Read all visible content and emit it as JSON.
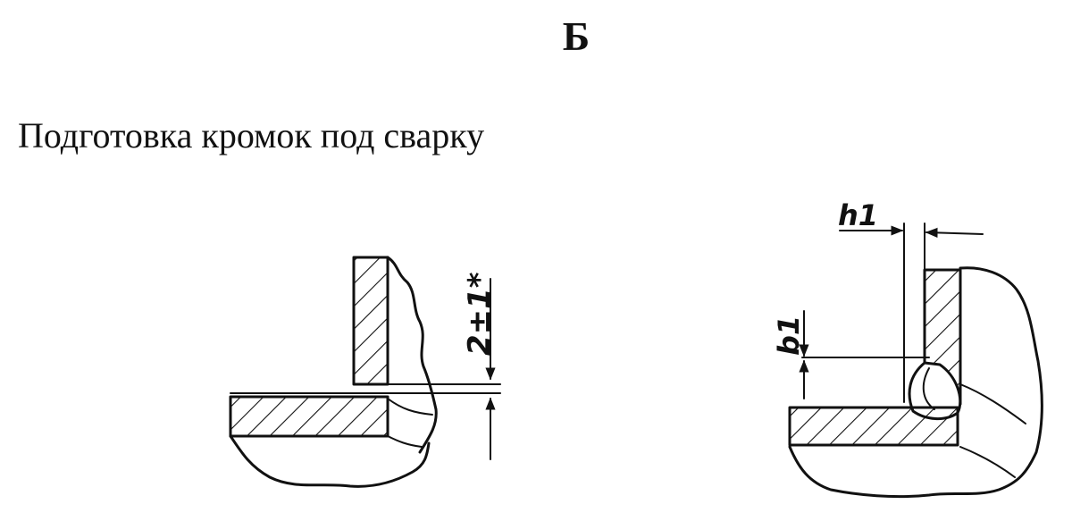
{
  "heading": "Б",
  "caption": "Подготовка кромок под сварку",
  "left_drawing": {
    "gap_dimension": "2±1*"
  },
  "right_drawing": {
    "dim_h": "h1",
    "dim_b": "b1"
  },
  "colors": {
    "ink": "#111111",
    "background": "#ffffff"
  }
}
